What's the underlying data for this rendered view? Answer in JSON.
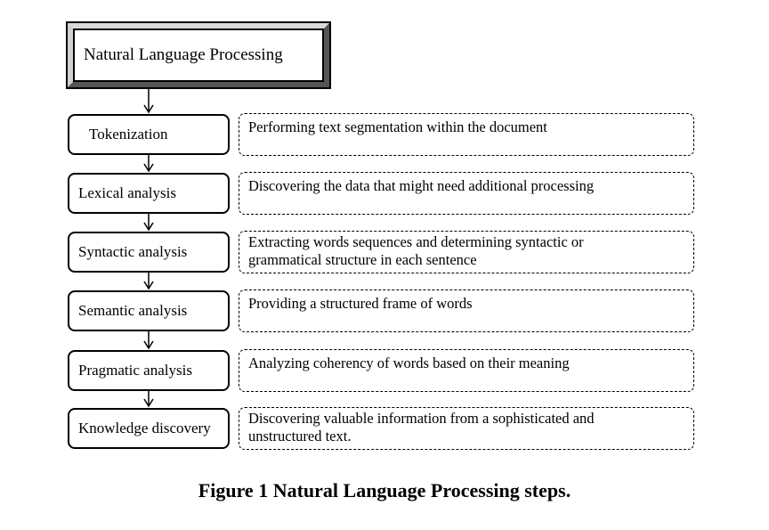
{
  "diagram": {
    "title": "Natural Language Processing",
    "steps": [
      {
        "label": "Tokenization",
        "description": "Performing text segmentation within the document"
      },
      {
        "label": "Lexical analysis",
        "description": "Discovering the data that might need additional processing"
      },
      {
        "label": "Syntactic analysis",
        "description": "Extracting words sequences and determining syntactic or grammatical structure in each sentence"
      },
      {
        "label": "Semantic analysis",
        "description": "Providing a structured frame of words"
      },
      {
        "label": "Pragmatic analysis",
        "description": "Analyzing coherency of words based on their meaning"
      },
      {
        "label": "Knowledge discovery",
        "description": "Discovering valuable information from a sophisticated and unstructured text."
      }
    ],
    "caption": "Figure 1 Natural Language Processing steps."
  }
}
